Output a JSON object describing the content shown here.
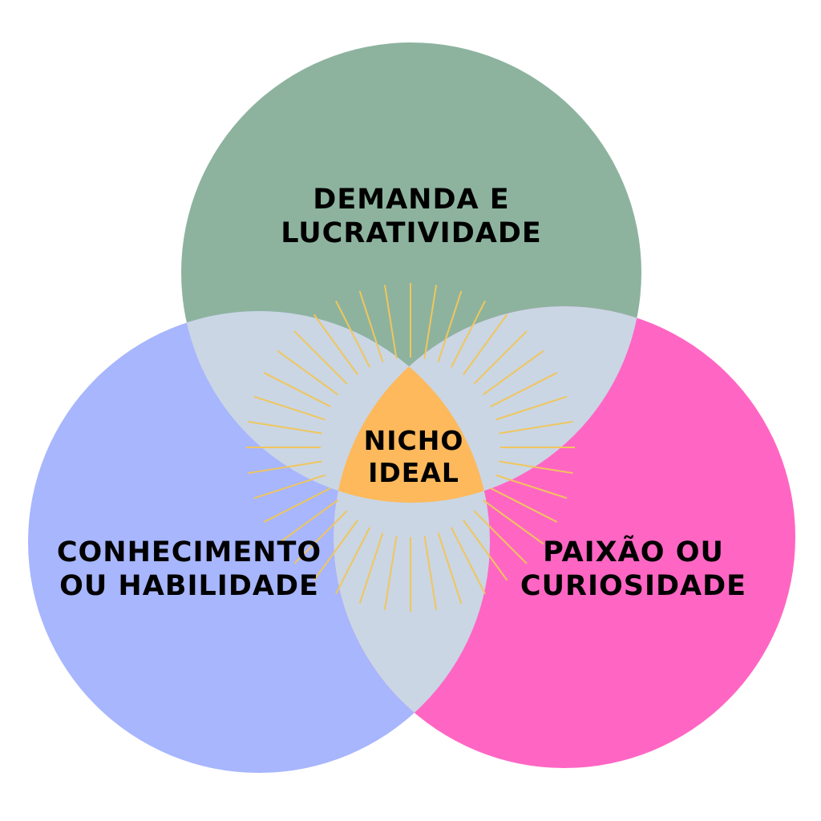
{
  "colors": {
    "demand": "#8db39f",
    "knowledge": "#a7b6fd",
    "passion": "#ff66c4",
    "overlap": "#cad6e4",
    "center": "#fdb95b",
    "rays": "#f0c65c"
  },
  "circles": {
    "demand": {
      "line1": "DEMANDA E",
      "line2": "LUCRATIVIDADE"
    },
    "knowledge": {
      "line1": "CONHECIMENTO",
      "line2": "OU HABILIDADE"
    },
    "passion": {
      "line1": "PAIXÃO OU",
      "line2": "CURIOSIDADE"
    }
  },
  "center": {
    "line1": "NICHO",
    "line2": "IDEAL"
  }
}
